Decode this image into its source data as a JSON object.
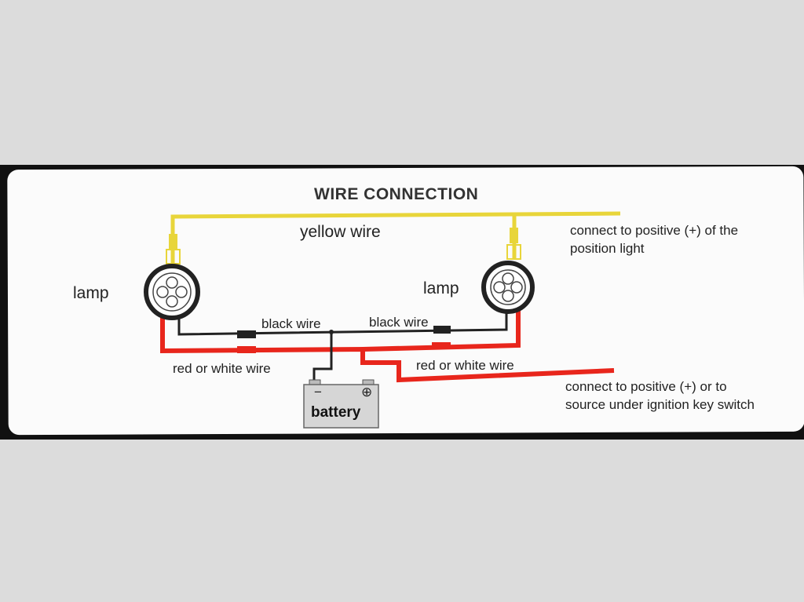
{
  "diagram": {
    "title": "WIRE CONNECTION",
    "labels": {
      "yellow_wire": "yellow wire",
      "lamp_left": "lamp",
      "lamp_right": "lamp",
      "black_wire_left": "black wire",
      "black_wire_right": "black wire",
      "red_wire_left": "red or white wire",
      "red_wire_right": "red or white wire",
      "battery": "battery",
      "battery_negative": "−",
      "battery_positive": "⊕",
      "connect_position_light_line1": "connect to positive (+) of  the",
      "connect_position_light_line2": "position light",
      "connect_ignition_line1": "connect to  positive (+) or to",
      "connect_ignition_line2": "source under ignition key switch"
    },
    "colors": {
      "yellow_wire": "#e8d53a",
      "red_wire": "#e8261c",
      "black_wire": "#222222",
      "battery_fill": "#d6d6d6",
      "lamp_ring": "#222222"
    }
  }
}
